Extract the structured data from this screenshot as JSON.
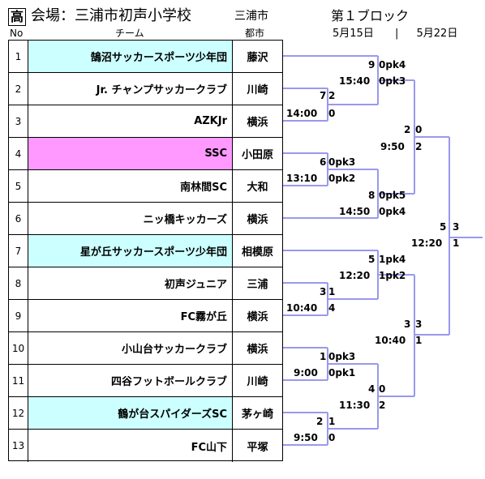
{
  "header": {
    "kou": "高",
    "venue": "会場：三浦市初声小学校",
    "city": "三浦市",
    "block": "第１ブロック",
    "date1": "5月15日",
    "date_sep": "|",
    "date2": "5月22日",
    "col_no": "No",
    "col_team": "チーム",
    "col_city": "都市"
  },
  "colors": {
    "cyan": "#ccffff",
    "pink": "#ff99ff",
    "bracket": "#9999ee"
  },
  "teams": [
    {
      "no": "1",
      "name": "鵠沼サッカースポーツ少年団",
      "city": "藤沢",
      "hl": "cyan"
    },
    {
      "no": "2",
      "name": "Jr. チャンプサッカークラブ",
      "city": "川崎",
      "hl": ""
    },
    {
      "no": "3",
      "name": "AZKJr",
      "city": "横浜",
      "hl": ""
    },
    {
      "no": "4",
      "name": "SSC",
      "city": "小田原",
      "hl": "pink"
    },
    {
      "no": "5",
      "name": "南林間SC",
      "city": "大和",
      "hl": ""
    },
    {
      "no": "6",
      "name": "ニッ橋キッカーズ",
      "city": "横浜",
      "hl": ""
    },
    {
      "no": "7",
      "name": "星が丘サッカースポーツ少年団",
      "city": "相模原",
      "hl": "cyan"
    },
    {
      "no": "8",
      "name": "初声ジュニア",
      "city": "三浦",
      "hl": ""
    },
    {
      "no": "9",
      "name": "FC霧が丘",
      "city": "横浜",
      "hl": ""
    },
    {
      "no": "10",
      "name": "小山台サッカークラブ",
      "city": "横浜",
      "hl": ""
    },
    {
      "no": "11",
      "name": "四谷フットボールクラブ",
      "city": "川崎",
      "hl": ""
    },
    {
      "no": "12",
      "name": "鶴が台スパイダーズSC",
      "city": "茅ヶ崎",
      "hl": "cyan"
    },
    {
      "no": "13",
      "name": "FC山下",
      "city": "平塚",
      "hl": ""
    }
  ],
  "labels": {
    "m1_s2": "7",
    "m1_s3": "2",
    "m1_time": "14:00",
    "m1_res": "0",
    "m2_s1": "9",
    "m2_s1b": "0pk4",
    "m2_time": "15:40",
    "m2_res": "0pk3",
    "m3_s4": "6",
    "m3_s4b": "0pk3",
    "m3_time": "13:10",
    "m3_res": "0pk2",
    "m4_s": "8",
    "m4_sb": "0pk5",
    "m4_time": "14:50",
    "m4_res": "0pk4",
    "m5_s": "2",
    "m5_sb": "0",
    "m5_time": "9:50",
    "m5_res": "2",
    "m6_s8": "3",
    "m6_s9": "1",
    "m6_time": "10:40",
    "m6_res": "4",
    "m7_s": "5",
    "m7_sb": "1pk4",
    "m7_time": "12:20",
    "m7_res": "1pk2",
    "m8_s": "1",
    "m8_sb": "0pk3",
    "m8_time": "9:00",
    "m8_res": "0pk1",
    "m9_s12": "2",
    "m9_s13": "1",
    "m9_time": "9:50",
    "m9_res": "0",
    "m10_s": "4",
    "m10_sb": "0",
    "m10_time": "11:30",
    "m10_res": "2",
    "m11_s": "3",
    "m11_sb": "3",
    "m11_time": "10:40",
    "m11_res": "1",
    "final_s": "5",
    "final_sb": "3",
    "final_time": "12:20",
    "final_res": "1"
  }
}
